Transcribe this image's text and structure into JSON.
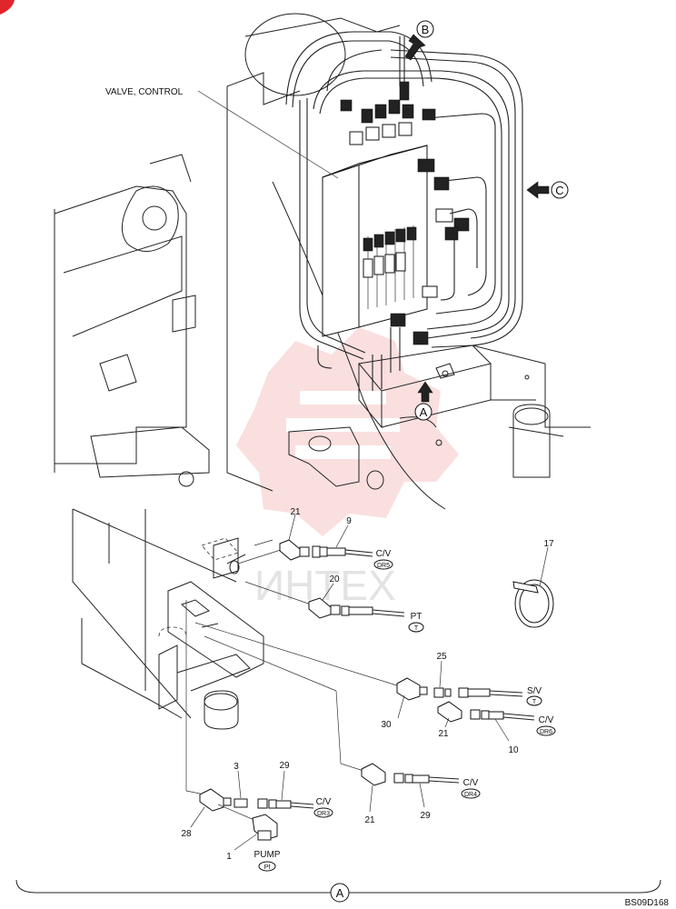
{
  "labels": {
    "valve_control": "VALVE, CONTROL",
    "view_b": "B",
    "view_c": "C",
    "view_a_top": "A",
    "view_a_bottom": "A",
    "watermark": "ИНТЕХ",
    "drawing_code": "BS09D168"
  },
  "callouts": {
    "p21a": "21",
    "p9": "9",
    "p20": "20",
    "p17": "17",
    "p25": "25",
    "p30": "30",
    "p21b": "21",
    "p10": "10",
    "p3": "3",
    "p29a": "29",
    "p28": "28",
    "p1": "1",
    "p21c": "21",
    "p29b": "29"
  },
  "ports": {
    "cv_dr5": {
      "name": "C/V",
      "tag": "DR5"
    },
    "pt": {
      "name": "PT",
      "tag": "T"
    },
    "sv": {
      "name": "S/V",
      "tag": "T"
    },
    "cv_dr6": {
      "name": "C/V",
      "tag": "DR6"
    },
    "cv_dr3": {
      "name": "C/V",
      "tag": "DR3"
    },
    "cv_dr4": {
      "name": "C/V",
      "tag": "DR4"
    },
    "pump": {
      "name": "PUMP",
      "tag": "Pf"
    }
  },
  "colors": {
    "ink": "#222222",
    "watermark": "#f2a8a8",
    "corner_mark": "#e0252b"
  }
}
